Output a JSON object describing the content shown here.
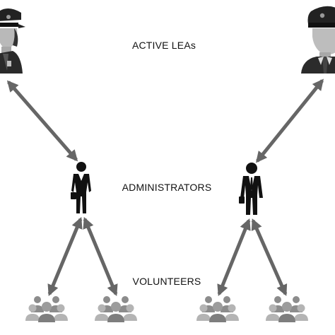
{
  "labels": {
    "active_leas": "ACTIVE LEAs",
    "administrators": "ADMINISTRATORS",
    "volunteers": "VOLUNTEERS"
  },
  "icons": {
    "officer_left": "police-officer-female-icon",
    "officer_right": "police-officer-male-icon",
    "admin_left": "administrator-female-icon",
    "admin_right": "administrator-male-icon",
    "volunteers": "volunteer-group-icon"
  },
  "colors": {
    "arrow": "#666666",
    "icon_dark": "#222222",
    "icon_mid": "#8c8c8c",
    "icon_light": "#b4b4b4",
    "text": "#111111"
  }
}
